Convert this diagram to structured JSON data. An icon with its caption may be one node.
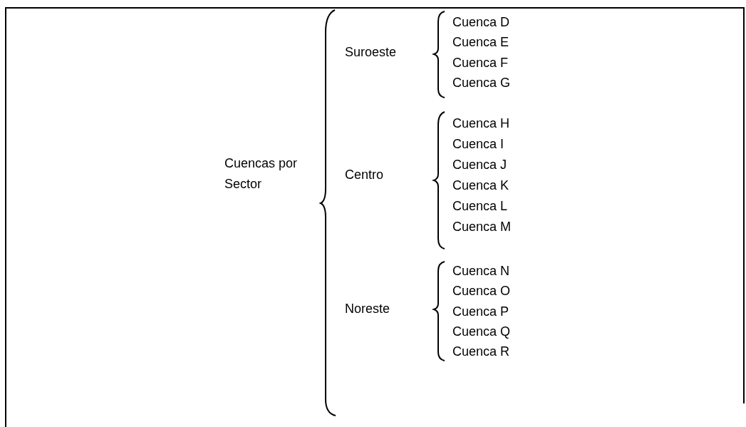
{
  "diagram": {
    "labels": [
      "Cuencas por Sector",
      "Suroeste",
      "Cuenca D",
      "Cuenca E",
      "Cuenca F",
      "Cuenca G",
      "Centro",
      "Cuenca H",
      "Cuenca I",
      "Cuenca J",
      "Cuenca K",
      "Cuenca L",
      "Cuenca M",
      "Noreste",
      "Cuenca N",
      "Cuenca O",
      "Cuenca P",
      "Cuenca Q",
      "Cuenca R"
    ]
  }
}
